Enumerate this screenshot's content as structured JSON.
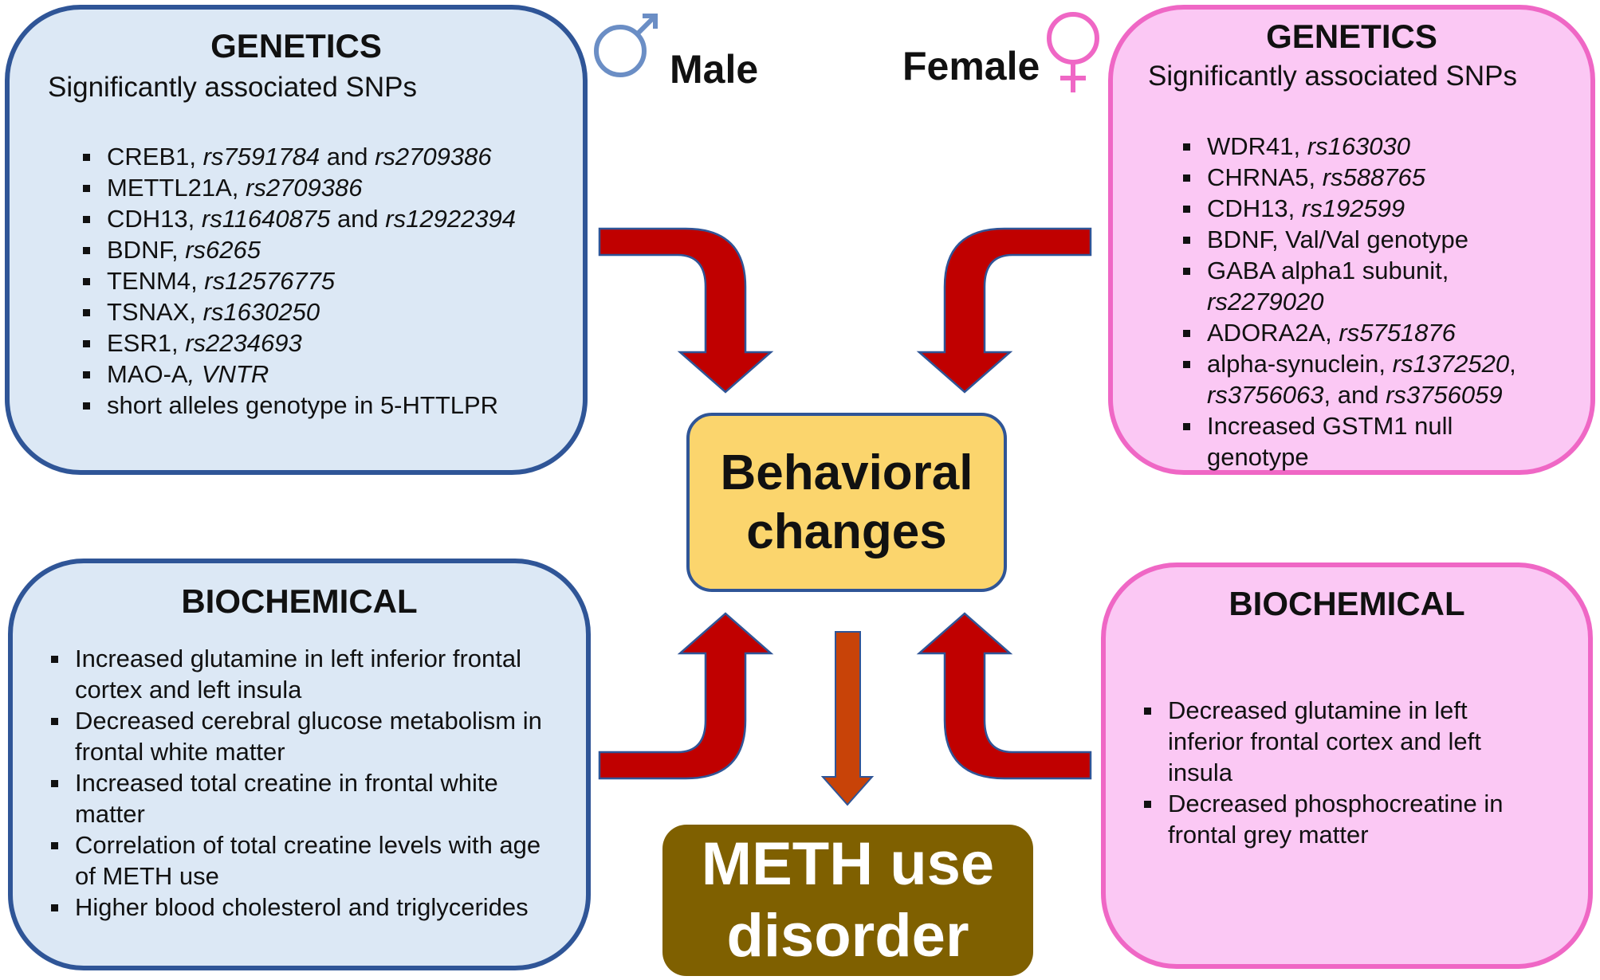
{
  "colors": {
    "male_fill": "#dce8f5",
    "male_border": "#2f5597",
    "female_fill": "#fbc8f4",
    "female_border": "#ef67c5",
    "arrow": "#c00000",
    "center_arrow": "#c84308",
    "behavioral_fill": "#fbd56d",
    "meth_fill": "#7f6000"
  },
  "male": {
    "label": "Male",
    "icon": "male-symbol-icon",
    "genetics": {
      "title": "GENETICS",
      "subtitle": "Significantly associated SNPs",
      "items": [
        {
          "name": "CREB1, ",
          "snp": "rs7591784",
          "join": " and ",
          "snp2": "rs2709386"
        },
        {
          "name": " METTL21A, ",
          "snp": "rs2709386"
        },
        {
          "name": "CDH13, ",
          "snp": "rs11640875",
          "join": " and ",
          "snp2": "rs12922394"
        },
        {
          "name": "BDNF, ",
          "snp": "rs6265"
        },
        {
          "name": "TENM4,  ",
          "snp": "rs12576775"
        },
        {
          "name": "TSNAX, ",
          "snp": "rs1630250"
        },
        {
          "name": "ESR1, ",
          "snp": "rs2234693"
        },
        {
          "name": "MAO-A",
          "snp": ", VNTR"
        },
        {
          "name": "short alleles genotype in 5-HTTLPR"
        }
      ]
    },
    "biochemical": {
      "title": "BIOCHEMICAL",
      "items": [
        "Increased glutamine in left inferior frontal cortex and left insula",
        "Decreased cerebral glucose metabolism in frontal white matter",
        "Increased total creatine in frontal white matter",
        "Correlation of total creatine levels with age of METH use",
        "Higher blood cholesterol and triglycerides"
      ]
    }
  },
  "female": {
    "label": "Female",
    "icon": "female-symbol-icon",
    "genetics": {
      "title": "GENETICS",
      "subtitle": "Significantly associated SNPs",
      "items": [
        {
          "name": "WDR41, ",
          "snp": "rs163030"
        },
        {
          "name": "CHRNA5, ",
          "snp": "rs588765"
        },
        {
          "name": "CDH13, ",
          "snp": "rs192599"
        },
        {
          "name": "BDNF, Val/Val genotype"
        },
        {
          "name": "GABA alpha1 subunit, ",
          "snp": "rs2279020"
        },
        {
          "name": "ADORA2A, ",
          "snp": "rs5751876"
        },
        {
          "name": "alpha-synuclein, ",
          "snp": "rs1372520",
          "join": ", ",
          "snp2": "rs3756063",
          "join2": ", and ",
          "snp3": "rs3756059"
        },
        {
          "name": "Increased GSTM1 null genotype"
        }
      ]
    },
    "biochemical": {
      "title": "BIOCHEMICAL",
      "items": [
        "Decreased glutamine in left inferior frontal cortex and left insula",
        "Decreased phosphocreatine in frontal grey matter"
      ]
    }
  },
  "behavioral": {
    "line1": "Behavioral",
    "line2": "changes"
  },
  "outcome": {
    "line1": "METH use",
    "line2": "disorder"
  }
}
